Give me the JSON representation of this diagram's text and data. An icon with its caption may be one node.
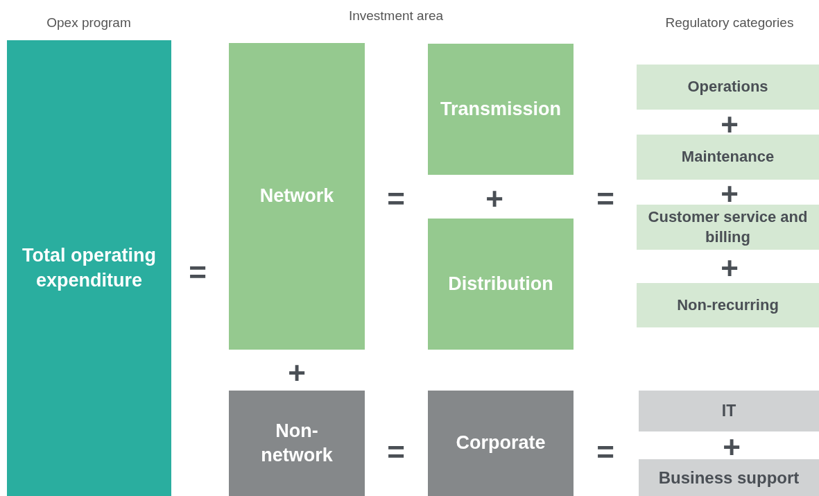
{
  "diagram": {
    "nodes": [
      {
        "text": [
          "Total operating expenditure"
        ]
      },
      {
        "text": [
          "Network"
        ]
      },
      {
        "text": [
          "Non-network"
        ]
      },
      {
        "text": [
          "Transmission"
        ]
      },
      {
        "text": [
          "Distribution"
        ]
      },
      {
        "text": [
          "Corporate"
        ]
      },
      {
        "text": [
          "Operations"
        ]
      },
      {
        "text": [
          "Maintenance"
        ]
      },
      {
        "text": [
          "Customer service and billing"
        ]
      },
      {
        "text": [
          "Non-recurring"
        ]
      },
      {
        "text": [
          "IT"
        ]
      },
      {
        "text": [
          "Business support"
        ]
      }
    ],
    "labels": [
      "Opex program",
      "Investment area",
      "Regulatory categories",
      "+",
      "=",
      "+",
      "=",
      "+",
      "=",
      "+",
      "+",
      "+",
      "=",
      "="
    ]
  }
}
